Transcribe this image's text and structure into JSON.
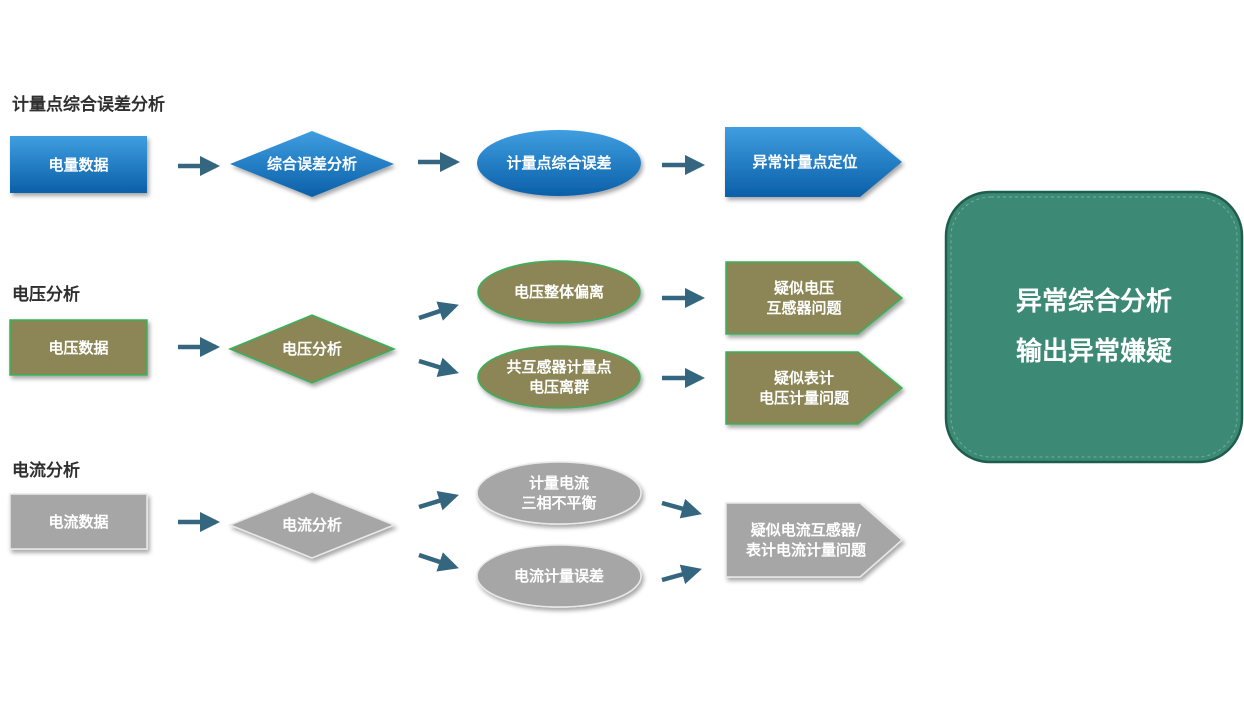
{
  "colors": {
    "blue": "#1171bd",
    "olive": "#8c8657",
    "gray": "#a6a6a6",
    "teal": "#3c8a75",
    "arrow": "#35667f"
  },
  "sections": {
    "meter": {
      "title": "计量点综合误差分析"
    },
    "voltage": {
      "title": "电压分析"
    },
    "current": {
      "title": "电流分析"
    }
  },
  "nodes": {
    "energy_data": "电量数据",
    "composite_error_analysis": "综合误差分析",
    "meter_point_error": "计量点综合误差",
    "abnormal_meter_locate": "异常计量点定位",
    "voltage_data": "电压数据",
    "voltage_analysis": "电压分析",
    "voltage_overall_deviation": "电压整体偏离",
    "shared_pt_voltage_outlier": "共互感器计量点\n电压离群",
    "suspect_pt": "疑似电压\n互感器问题",
    "suspect_meter_voltage": "疑似表计\n电压计量问题",
    "current_data": "电流数据",
    "current_analysis": "电流分析",
    "current_three_phase_unbalance": "计量电流\n三相不平衡",
    "current_meter_error": "电流计量误差",
    "suspect_ct_meter_current": "疑似电流互感器/\n表计电流计量问题"
  },
  "summary": {
    "line1": "异常综合分析",
    "line2": "输出异常嫌疑"
  }
}
